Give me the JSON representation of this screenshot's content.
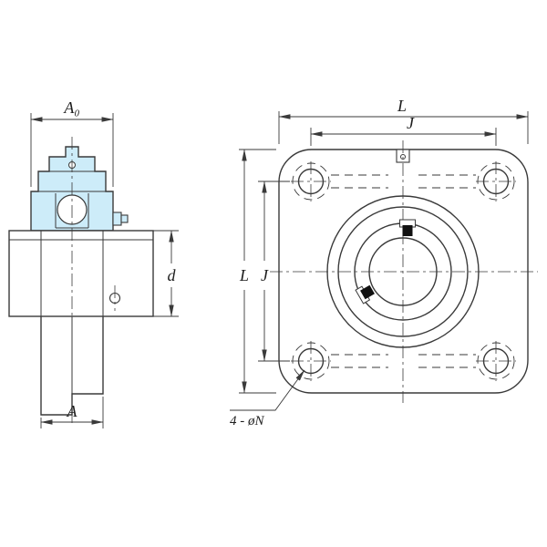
{
  "drawing": {
    "colors": {
      "line": "#3a3a3a",
      "highlight_fill": "#cdecf9",
      "background": "#ffffff"
    },
    "side_view": {
      "dim_a0": "A₀",
      "dim_d": "d",
      "dim_a": "A"
    },
    "front_view": {
      "dim_l_top": "L",
      "dim_j_top": "J",
      "dim_l_left": "L",
      "dim_j_left": "J",
      "holes_note": "4 - øN"
    }
  }
}
